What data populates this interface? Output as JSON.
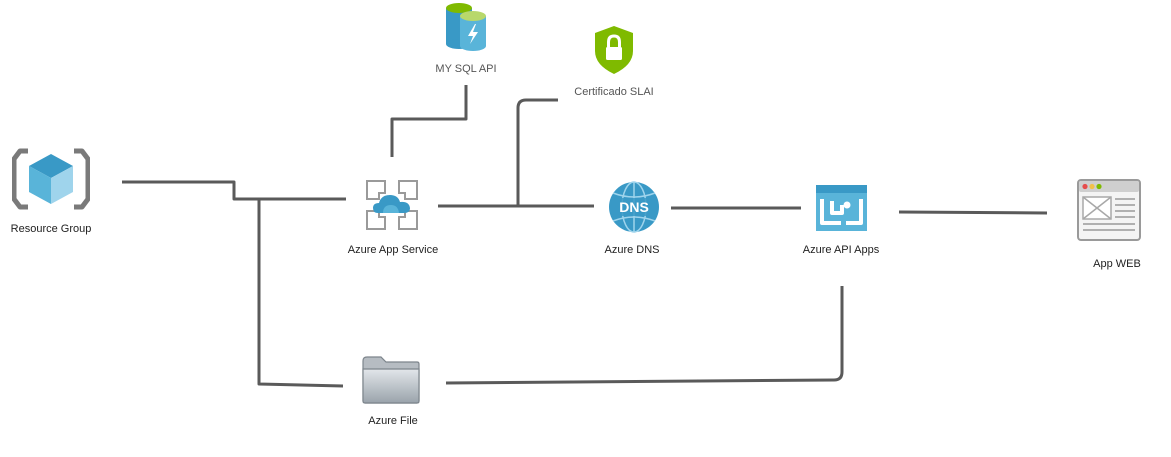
{
  "nodes": {
    "resource_group": {
      "label": "Resource Group",
      "icon": "resource-group-cube-icon"
    },
    "mysql": {
      "label": "MY SQL API",
      "icon": "database-lightning-icon"
    },
    "certificate": {
      "label": "Certificado SLAI",
      "icon": "shield-lock-icon"
    },
    "app_service": {
      "label": "Azure App Service",
      "icon": "app-service-cloud-icon"
    },
    "dns": {
      "label": "Azure DNS",
      "icon": "dns-globe-icon"
    },
    "api_apps": {
      "label": "Azure API Apps",
      "icon": "api-apps-icon"
    },
    "app_web": {
      "label": "App WEB",
      "icon": "browser-window-icon"
    },
    "file": {
      "label": "Azure File",
      "icon": "folder-icon"
    }
  },
  "colors": {
    "connector": "#555555",
    "azure_blue": "#3999c6",
    "azure_light": "#59b4d9",
    "cert_green": "#7fba00",
    "label": "#222222"
  }
}
